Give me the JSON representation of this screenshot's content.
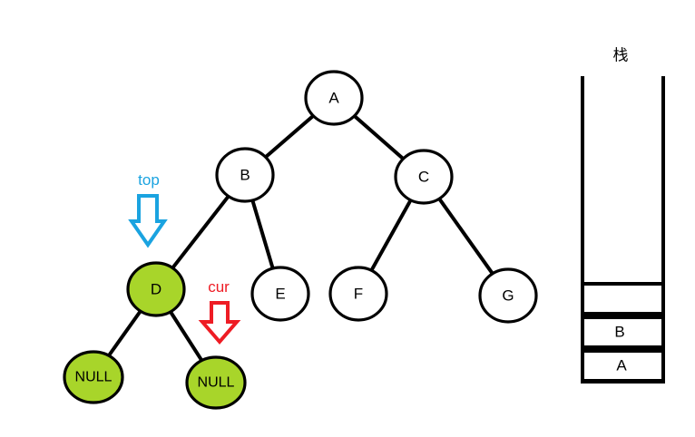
{
  "tree": {
    "nodes": [
      {
        "id": "A",
        "label": "A",
        "highlighted": false
      },
      {
        "id": "B",
        "label": "B",
        "highlighted": false
      },
      {
        "id": "C",
        "label": "C",
        "highlighted": false
      },
      {
        "id": "D",
        "label": "D",
        "highlighted": true
      },
      {
        "id": "E",
        "label": "E",
        "highlighted": false
      },
      {
        "id": "F",
        "label": "F",
        "highlighted": false
      },
      {
        "id": "G",
        "label": "G",
        "highlighted": false
      },
      {
        "id": "N1",
        "label": "NULL",
        "highlighted": true
      },
      {
        "id": "N2",
        "label": "NULL",
        "highlighted": true
      }
    ],
    "edges": [
      [
        "A",
        "B"
      ],
      [
        "A",
        "C"
      ],
      [
        "B",
        "D"
      ],
      [
        "B",
        "E"
      ],
      [
        "C",
        "F"
      ],
      [
        "C",
        "G"
      ],
      [
        "D",
        "N1"
      ],
      [
        "D",
        "N2"
      ]
    ]
  },
  "pointers": {
    "top": {
      "label": "top",
      "color": "#1aa3e0"
    },
    "cur": {
      "label": "cur",
      "color": "#ee1c24"
    }
  },
  "stack": {
    "title": "栈",
    "cells": [
      {
        "label": ""
      },
      {
        "label": "B"
      },
      {
        "label": "A"
      }
    ]
  },
  "colors": {
    "highlight": "#a8d52a",
    "stroke": "#000000"
  }
}
